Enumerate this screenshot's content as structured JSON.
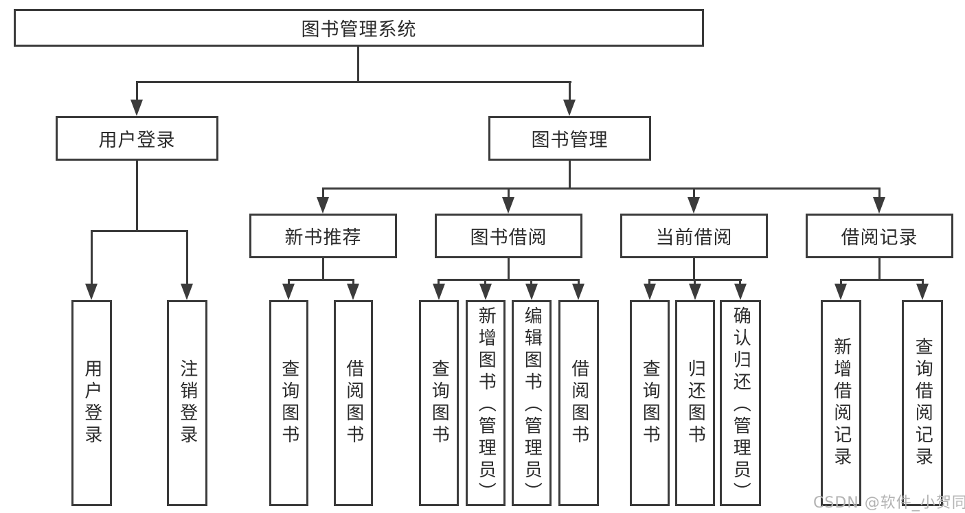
{
  "tree": {
    "root": "图书管理系统",
    "children": [
      {
        "label": "用户登录",
        "children": [
          {
            "label": "用户登录"
          },
          {
            "label": "注销登录"
          }
        ]
      },
      {
        "label": "图书管理",
        "children": [
          {
            "label": "新书推荐",
            "children": [
              {
                "label": "查询图书"
              },
              {
                "label": "借阅图书"
              }
            ]
          },
          {
            "label": "图书借阅",
            "children": [
              {
                "label": "查询图书"
              },
              {
                "label": "新增图书（管理员）"
              },
              {
                "label": "编辑图书（管理员）"
              },
              {
                "label": "借阅图书"
              }
            ]
          },
          {
            "label": "当前借阅",
            "children": [
              {
                "label": "查询图书"
              },
              {
                "label": "归还图书"
              },
              {
                "label": "确认归还（管理员）"
              }
            ]
          },
          {
            "label": "借阅记录",
            "children": [
              {
                "label": "新增借阅记录"
              },
              {
                "label": "查询借阅记录"
              }
            ]
          }
        ]
      }
    ]
  },
  "watermark": "CSDN @软件_小贺同学",
  "colors": {
    "line": "#3b3b3b",
    "text": "#2b2b2b",
    "watermark": "#b3b3b3",
    "background": "#ffffff"
  }
}
